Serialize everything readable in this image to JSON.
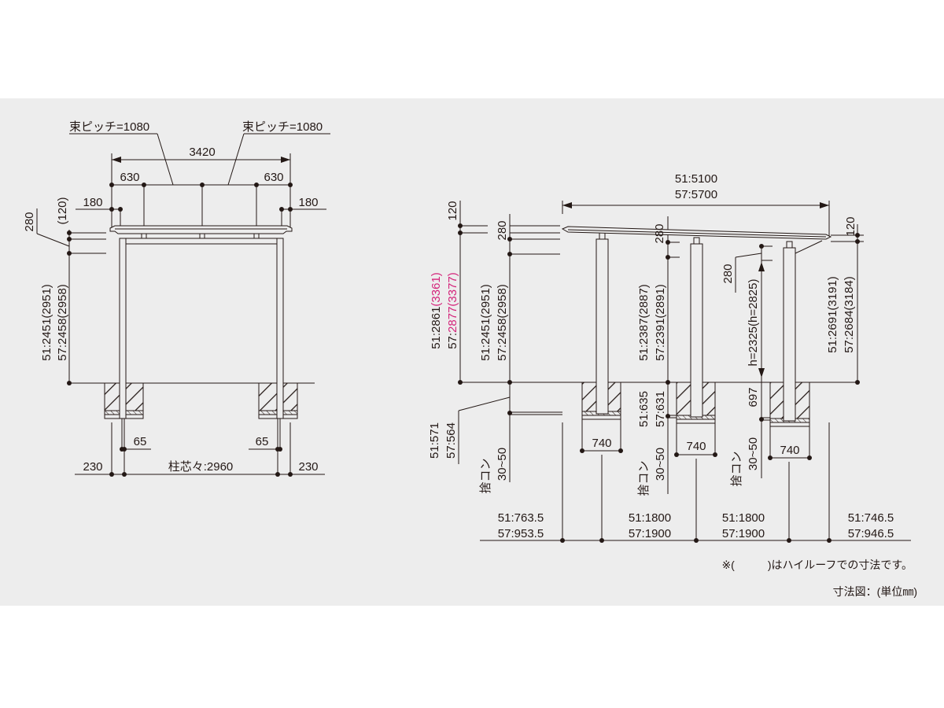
{
  "front_view": {
    "pitch_left": "束ピッチ=1080",
    "pitch_right": "束ピッチ=1080",
    "total_width": "3420",
    "offset_left": "630",
    "offset_right": "630",
    "eave_left": "180",
    "eave_right": "180",
    "roof_thickness": "280",
    "roof_thickness_high": "(120)",
    "height_51": "51:2451(2951)",
    "height_57": "57:2458(2958)",
    "post_offset_left": "65",
    "post_offset_right": "65",
    "edge_left": "230",
    "edge_right": "230",
    "post_span": "柱芯々:2960"
  },
  "side_view": {
    "length_51": "51:5100",
    "length_57": "57:5700",
    "left_top": "120",
    "left_roof": "280",
    "total_height_51_prefix": "51:2861",
    "total_height_51_high": "(3361)",
    "total_height_57_prefix": "57:",
    "total_height_57_value": "2877(3377)",
    "front_height_51": "51:2451(2951)",
    "front_height_57": "57:2458(2958)",
    "mid_roof": "280",
    "mid_height_51": "51:2387(2887)",
    "mid_height_57": "57:2391(2891)",
    "rear_roof": "280",
    "clearance": "h=2325(h=2825)",
    "right_top": "120",
    "rear_height_51": "51:2691(3191)",
    "rear_height_57": "57:2684(3184)",
    "depth_front_51": "51:571",
    "depth_front_57": "57:564",
    "depth_mid_51": "51:635",
    "depth_mid_57": "57:631",
    "depth_rear": "697",
    "lean_label": "捨コン",
    "lean_value": "30~50",
    "footing_width": "740",
    "span_front_51": "51:763.5",
    "span_front_57": "57:953.5",
    "span_mid1_51": "51:1800",
    "span_mid1_57": "57:1900",
    "span_mid2_51": "51:1800",
    "span_mid2_57": "57:1900",
    "span_rear_51": "51:746.5",
    "span_rear_57": "57:946.5"
  },
  "notes": {
    "high_roof_note": "※(　　　)はハイルーフでの寸法です。",
    "unit_note": "寸法図：(単位㎜)"
  },
  "colors": {
    "line": "#231815",
    "highlight": "#d4237a",
    "background": "#ededed"
  }
}
